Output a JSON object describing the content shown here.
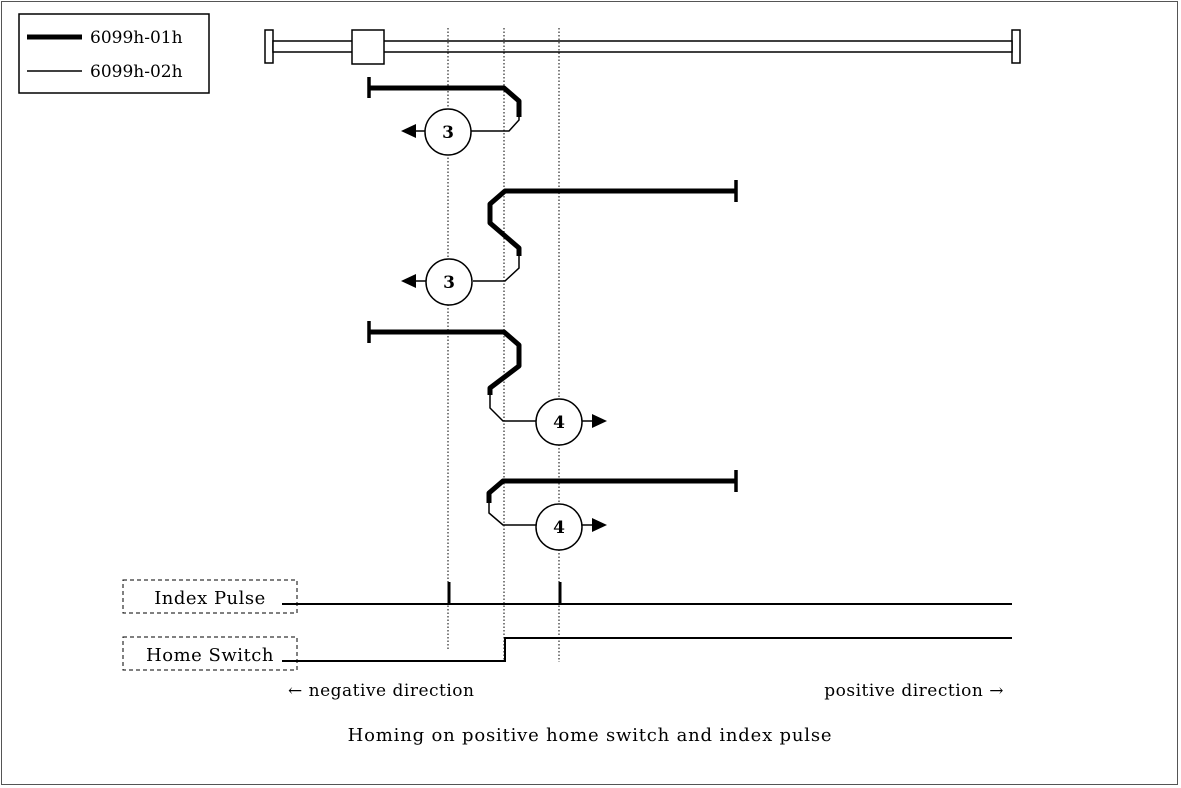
{
  "legend": {
    "items": [
      {
        "label": "6099h-01h",
        "style": "thick"
      },
      {
        "label": "6099h-02h",
        "style": "thin"
      }
    ]
  },
  "signals": {
    "index_pulse": "Index Pulse",
    "home_switch": "Home Switch"
  },
  "directions": {
    "negative": "← negative direction",
    "positive": "positive direction →"
  },
  "caption": "Homing on positive home switch and index pulse",
  "paths": [
    {
      "method": "3",
      "direction": "negative"
    },
    {
      "method": "3",
      "direction": "negative"
    },
    {
      "method": "4",
      "direction": "positive"
    },
    {
      "method": "4",
      "direction": "positive"
    }
  ],
  "colors": {
    "line": "#000000",
    "background": "#ffffff",
    "frame": "#555555"
  }
}
